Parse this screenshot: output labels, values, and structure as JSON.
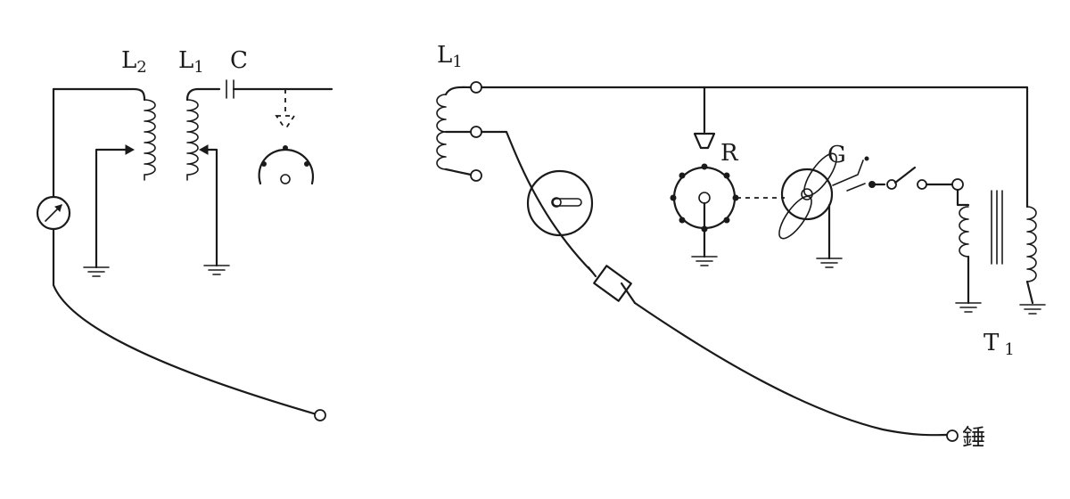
{
  "labels": {
    "left_coil_2": {
      "letter": "L",
      "sub": "2"
    },
    "left_coil_1": {
      "letter": "L",
      "sub": "1"
    },
    "left_capacitor": "C",
    "right_coil_1": {
      "letter": "L",
      "sub": "1"
    },
    "rotary_gap": "R",
    "generator": "G",
    "transformer": {
      "letter": "T",
      "sub": "1"
    },
    "hammer": "錘"
  },
  "colors": {
    "ink": "#1a1a1a",
    "paper": "#ffffff"
  },
  "icons": [
    "meter-icon",
    "ground-icon",
    "coil-icon",
    "terminal-icon",
    "switch-icon",
    "fan-icon"
  ]
}
